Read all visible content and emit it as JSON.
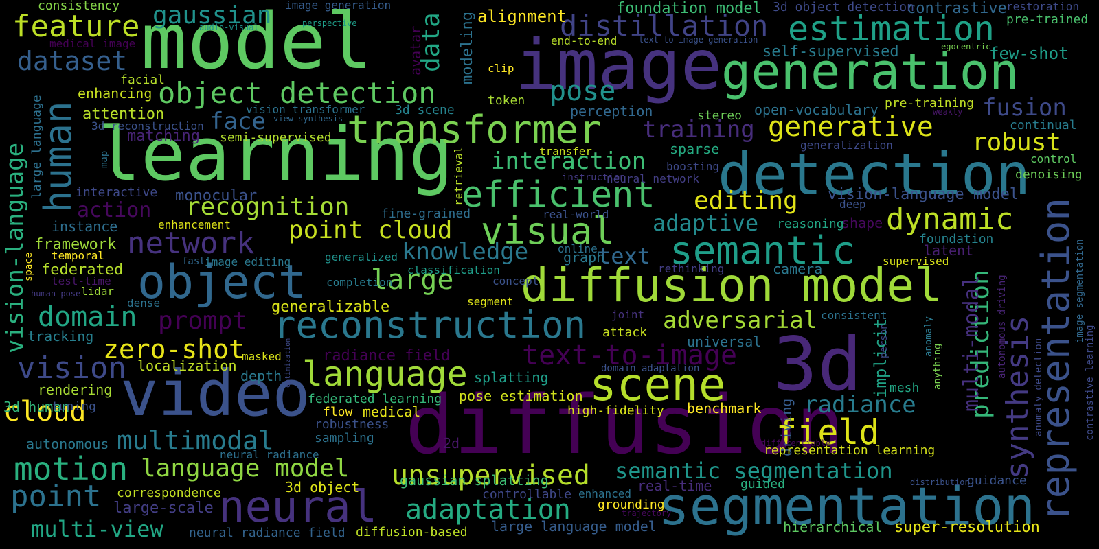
{
  "words": [
    {
      "text": "model",
      "color": "#5ec962"
    },
    {
      "text": "image",
      "color": "#46327e"
    },
    {
      "text": "learning",
      "color": "#5ec962"
    },
    {
      "text": "generation",
      "color": "#4ac16d"
    },
    {
      "text": "diffusion",
      "color": "#440154"
    },
    {
      "text": "3d",
      "color": "#482878"
    },
    {
      "text": "video",
      "color": "#3b528b"
    },
    {
      "text": "detection",
      "color": "#2a788e"
    },
    {
      "text": "segmentation",
      "color": "#2c728e"
    },
    {
      "text": "diffusion model",
      "color": "#a0da39"
    },
    {
      "text": "object",
      "color": "#31688e"
    },
    {
      "text": "transformer",
      "color": "#7ad151"
    },
    {
      "text": "neural",
      "color": "#46327e"
    },
    {
      "text": "scene",
      "color": "#b5de2b"
    },
    {
      "text": "visual",
      "color": "#6ece58"
    },
    {
      "text": "reconstruction",
      "color": "#2a788e"
    },
    {
      "text": "human",
      "color": "#2c728e"
    },
    {
      "text": "estimation",
      "color": "#1fa187"
    },
    {
      "text": "representation",
      "color": "#3b528b"
    },
    {
      "text": "efficient",
      "color": "#4ac16d"
    },
    {
      "text": "semantic",
      "color": "#1f9e89"
    },
    {
      "text": "object detection",
      "color": "#5ec962"
    },
    {
      "text": "language",
      "color": "#a0da39"
    },
    {
      "text": "distillation",
      "color": "#414487"
    },
    {
      "text": "feature",
      "color": "#bddf26"
    },
    {
      "text": "dataset",
      "color": "#355f8d"
    },
    {
      "text": "vision-language",
      "color": "#2ab07f"
    },
    {
      "text": "generative",
      "color": "#dde318"
    },
    {
      "text": "field",
      "color": "#dde318"
    },
    {
      "text": "dynamic",
      "color": "#bddf26"
    },
    {
      "text": "synthesis",
      "color": "#443a83"
    },
    {
      "text": "prediction",
      "color": "#35b779"
    },
    {
      "text": "network",
      "color": "#46327e"
    },
    {
      "text": "motion",
      "color": "#2ab07f"
    },
    {
      "text": "language model",
      "color": "#90d743"
    },
    {
      "text": "unsupervised",
      "color": "#b5de2b"
    },
    {
      "text": "adaptation",
      "color": "#25ab82"
    },
    {
      "text": "point",
      "color": "#2c728e"
    },
    {
      "text": "multimodal",
      "color": "#287c8e"
    },
    {
      "text": "vision",
      "color": "#3e4a89"
    },
    {
      "text": "recognition",
      "color": "#a5db36"
    },
    {
      "text": "point cloud",
      "color": "#c8e020"
    },
    {
      "text": "text-to-image",
      "color": "#440154"
    },
    {
      "text": "semantic segmentation",
      "color": "#1f968b"
    },
    {
      "text": "pose",
      "color": "#21918c"
    },
    {
      "text": "interaction",
      "color": "#3dbc74"
    },
    {
      "text": "domain",
      "color": "#22a785"
    },
    {
      "text": "cloud",
      "color": "#fde725"
    },
    {
      "text": "large",
      "color": "#75d054"
    },
    {
      "text": "gaussian",
      "color": "#20928c"
    },
    {
      "text": "data",
      "color": "#22a785"
    },
    {
      "text": "knowledge",
      "color": "#2a788e"
    },
    {
      "text": "adversarial",
      "color": "#a5db36"
    },
    {
      "text": "radiance",
      "color": "#287c8e"
    },
    {
      "text": "multi-modal",
      "color": "#46307e"
    },
    {
      "text": "editing",
      "color": "#e2e418"
    },
    {
      "text": "robust",
      "color": "#d8e219"
    },
    {
      "text": "training",
      "color": "#472d7b"
    },
    {
      "text": "zero-shot",
      "color": "#e7e419"
    },
    {
      "text": "prompt",
      "color": "#440154"
    },
    {
      "text": "adaptive",
      "color": "#238a8d"
    },
    {
      "text": "fusion",
      "color": "#3e4a89"
    },
    {
      "text": "face",
      "color": "#33638d"
    },
    {
      "text": "text",
      "color": "#31688e"
    },
    {
      "text": "action",
      "color": "#46085c"
    },
    {
      "text": "multi-view",
      "color": "#22a785"
    },
    {
      "text": "framework",
      "color": "#9fda3a"
    },
    {
      "text": "instance",
      "color": "#2e6e8e"
    },
    {
      "text": "attention",
      "color": "#b8de29"
    },
    {
      "text": "monocular",
      "color": "#3b528b"
    },
    {
      "text": "matching",
      "color": "#482475"
    },
    {
      "text": "federated",
      "color": "#b5de2b"
    },
    {
      "text": "tracking",
      "color": "#277f8e"
    },
    {
      "text": "rendering",
      "color": "#a8db34"
    },
    {
      "text": "localization",
      "color": "#c0df25"
    },
    {
      "text": "3d human",
      "color": "#32b67a"
    },
    {
      "text": "large language",
      "color": "#2d708e"
    },
    {
      "text": "semi-supervised",
      "color": "#b2dd2d"
    },
    {
      "text": "radiance field",
      "color": "#440154"
    },
    {
      "text": "splatting",
      "color": "#1f9e89"
    },
    {
      "text": "generalizable",
      "color": "#dae319"
    },
    {
      "text": "pose estimation",
      "color": "#d0e11c"
    },
    {
      "text": "benchmark",
      "color": "#fde725"
    },
    {
      "text": "universal",
      "color": "#2c728e"
    },
    {
      "text": "implicit",
      "color": "#20a386"
    },
    {
      "text": "driving",
      "color": "#365d8d"
    },
    {
      "text": "latent",
      "color": "#481f70"
    },
    {
      "text": "foundation",
      "color": "#25838e"
    },
    {
      "text": "supervised",
      "color": "#dae319"
    },
    {
      "text": "camera",
      "color": "#2a788e"
    },
    {
      "text": "high-fidelity",
      "color": "#d8e219"
    },
    {
      "text": "medical",
      "color": "#e5e419"
    },
    {
      "text": "flow",
      "color": "#fde725"
    },
    {
      "text": "federated learning",
      "color": "#35b779"
    },
    {
      "text": "robustness",
      "color": "#3b528b"
    },
    {
      "text": "sampling",
      "color": "#2c728e"
    },
    {
      "text": "autonomous",
      "color": "#2a788e"
    },
    {
      "text": "correspondence",
      "color": "#c2df23"
    },
    {
      "text": "large-scale",
      "color": "#433e85"
    },
    {
      "text": "3d object",
      "color": "#dde318"
    },
    {
      "text": "gaussian splatting",
      "color": "#3dbc74"
    },
    {
      "text": "controllable",
      "color": "#3f4889"
    },
    {
      "text": "real-time",
      "color": "#472d7b"
    },
    {
      "text": "grounding",
      "color": "#fde725"
    },
    {
      "text": "guided",
      "color": "#2ab07f"
    },
    {
      "text": "enhanced",
      "color": "#2c728e"
    },
    {
      "text": "guidance",
      "color": "#3a538b"
    },
    {
      "text": "representation learning",
      "color": "#d5e21a"
    },
    {
      "text": "mesh",
      "color": "#22a785"
    },
    {
      "text": "hierarchical",
      "color": "#5ec962"
    },
    {
      "text": "super-resolution",
      "color": "#e5e419"
    },
    {
      "text": "large language model",
      "color": "#365d8d"
    },
    {
      "text": "diffusion-based",
      "color": "#bddf26"
    },
    {
      "text": "neural radiance field",
      "color": "#33638d"
    },
    {
      "text": "neural radiance",
      "color": "#2d708e"
    },
    {
      "text": "tuning",
      "color": "#3b528b"
    },
    {
      "text": "depth",
      "color": "#2a788e"
    },
    {
      "text": "2d",
      "color": "#481668"
    },
    {
      "text": "alignment",
      "color": "#fde725"
    },
    {
      "text": "clip",
      "color": "#fde725"
    },
    {
      "text": "token",
      "color": "#a8db34"
    },
    {
      "text": "perception",
      "color": "#31688e"
    },
    {
      "text": "stereo",
      "color": "#6ece58"
    },
    {
      "text": "open-vocabulary",
      "color": "#2c728e"
    },
    {
      "text": "pre-training",
      "color": "#c0df25"
    },
    {
      "text": "continual",
      "color": "#287c8e"
    },
    {
      "text": "generalization",
      "color": "#3e4a89"
    },
    {
      "text": "sparse",
      "color": "#25ab82"
    },
    {
      "text": "transfer",
      "color": "#c8e020"
    },
    {
      "text": "boosting",
      "color": "#3e4989"
    },
    {
      "text": "neural network",
      "color": "#433e85"
    },
    {
      "text": "instruction",
      "color": "#443a83"
    },
    {
      "text": "vision-language model",
      "color": "#3b528b"
    },
    {
      "text": "deep",
      "color": "#3b528b"
    },
    {
      "text": "shape",
      "color": "#46085c"
    },
    {
      "text": "reasoning",
      "color": "#22a785"
    },
    {
      "text": "control",
      "color": "#5ec962"
    },
    {
      "text": "denoising",
      "color": "#6ece58"
    },
    {
      "text": "few-shot",
      "color": "#1f9e89"
    },
    {
      "text": "restoration",
      "color": "#3e4a89"
    },
    {
      "text": "pre-trained",
      "color": "#4ac16d"
    },
    {
      "text": "egocentric",
      "color": "#7ad151"
    },
    {
      "text": "self-supervised",
      "color": "#287c8e"
    },
    {
      "text": "contrastive",
      "color": "#31688e"
    },
    {
      "text": "3d object detection",
      "color": "#3e4a89"
    },
    {
      "text": "foundation model",
      "color": "#3dbc74"
    },
    {
      "text": "text-to-image generation",
      "color": "#3b528b"
    },
    {
      "text": "end-to-end",
      "color": "#b8de29"
    },
    {
      "text": "modeling",
      "color": "#2c728e"
    },
    {
      "text": "avatar",
      "color": "#440154"
    },
    {
      "text": "perspective",
      "color": "#1f9e89"
    },
    {
      "text": "image generation",
      "color": "#365d8d"
    },
    {
      "text": "audio-visual",
      "color": "#20928c"
    },
    {
      "text": "consistency",
      "color": "#86d549"
    },
    {
      "text": "medical image",
      "color": "#440154"
    },
    {
      "text": "facial",
      "color": "#b5de2b"
    },
    {
      "text": "enhancing",
      "color": "#c8e020"
    },
    {
      "text": "3d reconstruction",
      "color": "#3b528b"
    },
    {
      "text": "vision transformer",
      "color": "#2c728e"
    },
    {
      "text": "view synthesis",
      "color": "#31688e"
    },
    {
      "text": "3d scene",
      "color": "#25838e"
    },
    {
      "text": "map",
      "color": "#2c728e"
    },
    {
      "text": "interactive",
      "color": "#3e4989"
    },
    {
      "text": "enhancement",
      "color": "#dde318"
    },
    {
      "text": "temporal",
      "color": "#fde725"
    },
    {
      "text": "space",
      "color": "#fde725"
    },
    {
      "text": "test-time",
      "color": "#481668"
    },
    {
      "text": "human pose",
      "color": "#443a83"
    },
    {
      "text": "lidar",
      "color": "#9fda3a"
    },
    {
      "text": "dense",
      "color": "#2c728e"
    },
    {
      "text": "masked",
      "color": "#d8e219"
    },
    {
      "text": "fast",
      "color": "#31688e"
    },
    {
      "text": "image editing",
      "color": "#2a788e"
    },
    {
      "text": "fine-grained",
      "color": "#2e6e8e"
    },
    {
      "text": "retrieval",
      "color": "#b8de29"
    },
    {
      "text": "real-world",
      "color": "#3b528b"
    },
    {
      "text": "online",
      "color": "#2c728e"
    },
    {
      "text": "generalized",
      "color": "#20928c"
    },
    {
      "text": "classification",
      "color": "#1f9e89"
    },
    {
      "text": "completion",
      "color": "#287c8e"
    },
    {
      "text": "concept",
      "color": "#3b528b"
    },
    {
      "text": "segment",
      "color": "#dde318"
    },
    {
      "text": "graph",
      "color": "#2a788e"
    },
    {
      "text": "rethinking",
      "color": "#433e85"
    },
    {
      "text": "joint",
      "color": "#46327e"
    },
    {
      "text": "attack",
      "color": "#c8e020"
    },
    {
      "text": "consistent",
      "color": "#2c728e"
    },
    {
      "text": "optimization",
      "color": "#3e4a89"
    },
    {
      "text": "domain adaptation",
      "color": "#3b528b"
    },
    {
      "text": "trajectory",
      "color": "#46085c"
    },
    {
      "text": "differentiable",
      "color": "#46085c"
    },
    {
      "text": "distribution",
      "color": "#3b528b"
    },
    {
      "text": "person",
      "color": "#3e4a89"
    },
    {
      "text": "anything",
      "color": "#7ad151"
    },
    {
      "text": "anomaly",
      "color": "#2a788e"
    },
    {
      "text": "autonomous driving",
      "color": "#482475"
    },
    {
      "text": "anomaly detection",
      "color": "#3e4a89"
    },
    {
      "text": "contrastive learning",
      "color": "#3e4a89"
    },
    {
      "text": "image segmentation",
      "color": "#31688e"
    },
    {
      "text": "weakly",
      "color": "#481668"
    }
  ]
}
